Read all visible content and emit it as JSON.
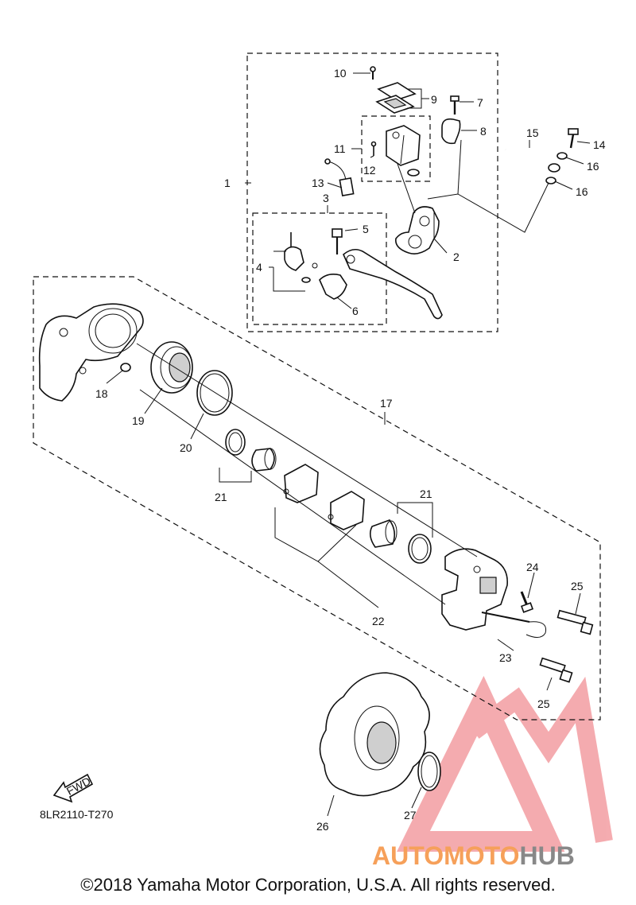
{
  "labels": [
    "1",
    "2",
    "3",
    "4",
    "5",
    "6",
    "7",
    "8",
    "9",
    "10",
    "11",
    "12",
    "13",
    "14",
    "15",
    "16",
    "16",
    "17",
    "18",
    "19",
    "20",
    "21",
    "21",
    "22",
    "23",
    "24",
    "25",
    "25",
    "26",
    "27"
  ],
  "fwd_text": "FWD",
  "diagram_code": "8LR2110-T270",
  "copyright": "©2018 Yamaha Motor Corporation, U.S.A. All rights reserved.",
  "watermark": {
    "part1": "AUTOMOTO",
    "part2": "HUB",
    "color1": "#f6a05a",
    "color2": "#888888",
    "logo_color": "#e8474f"
  }
}
